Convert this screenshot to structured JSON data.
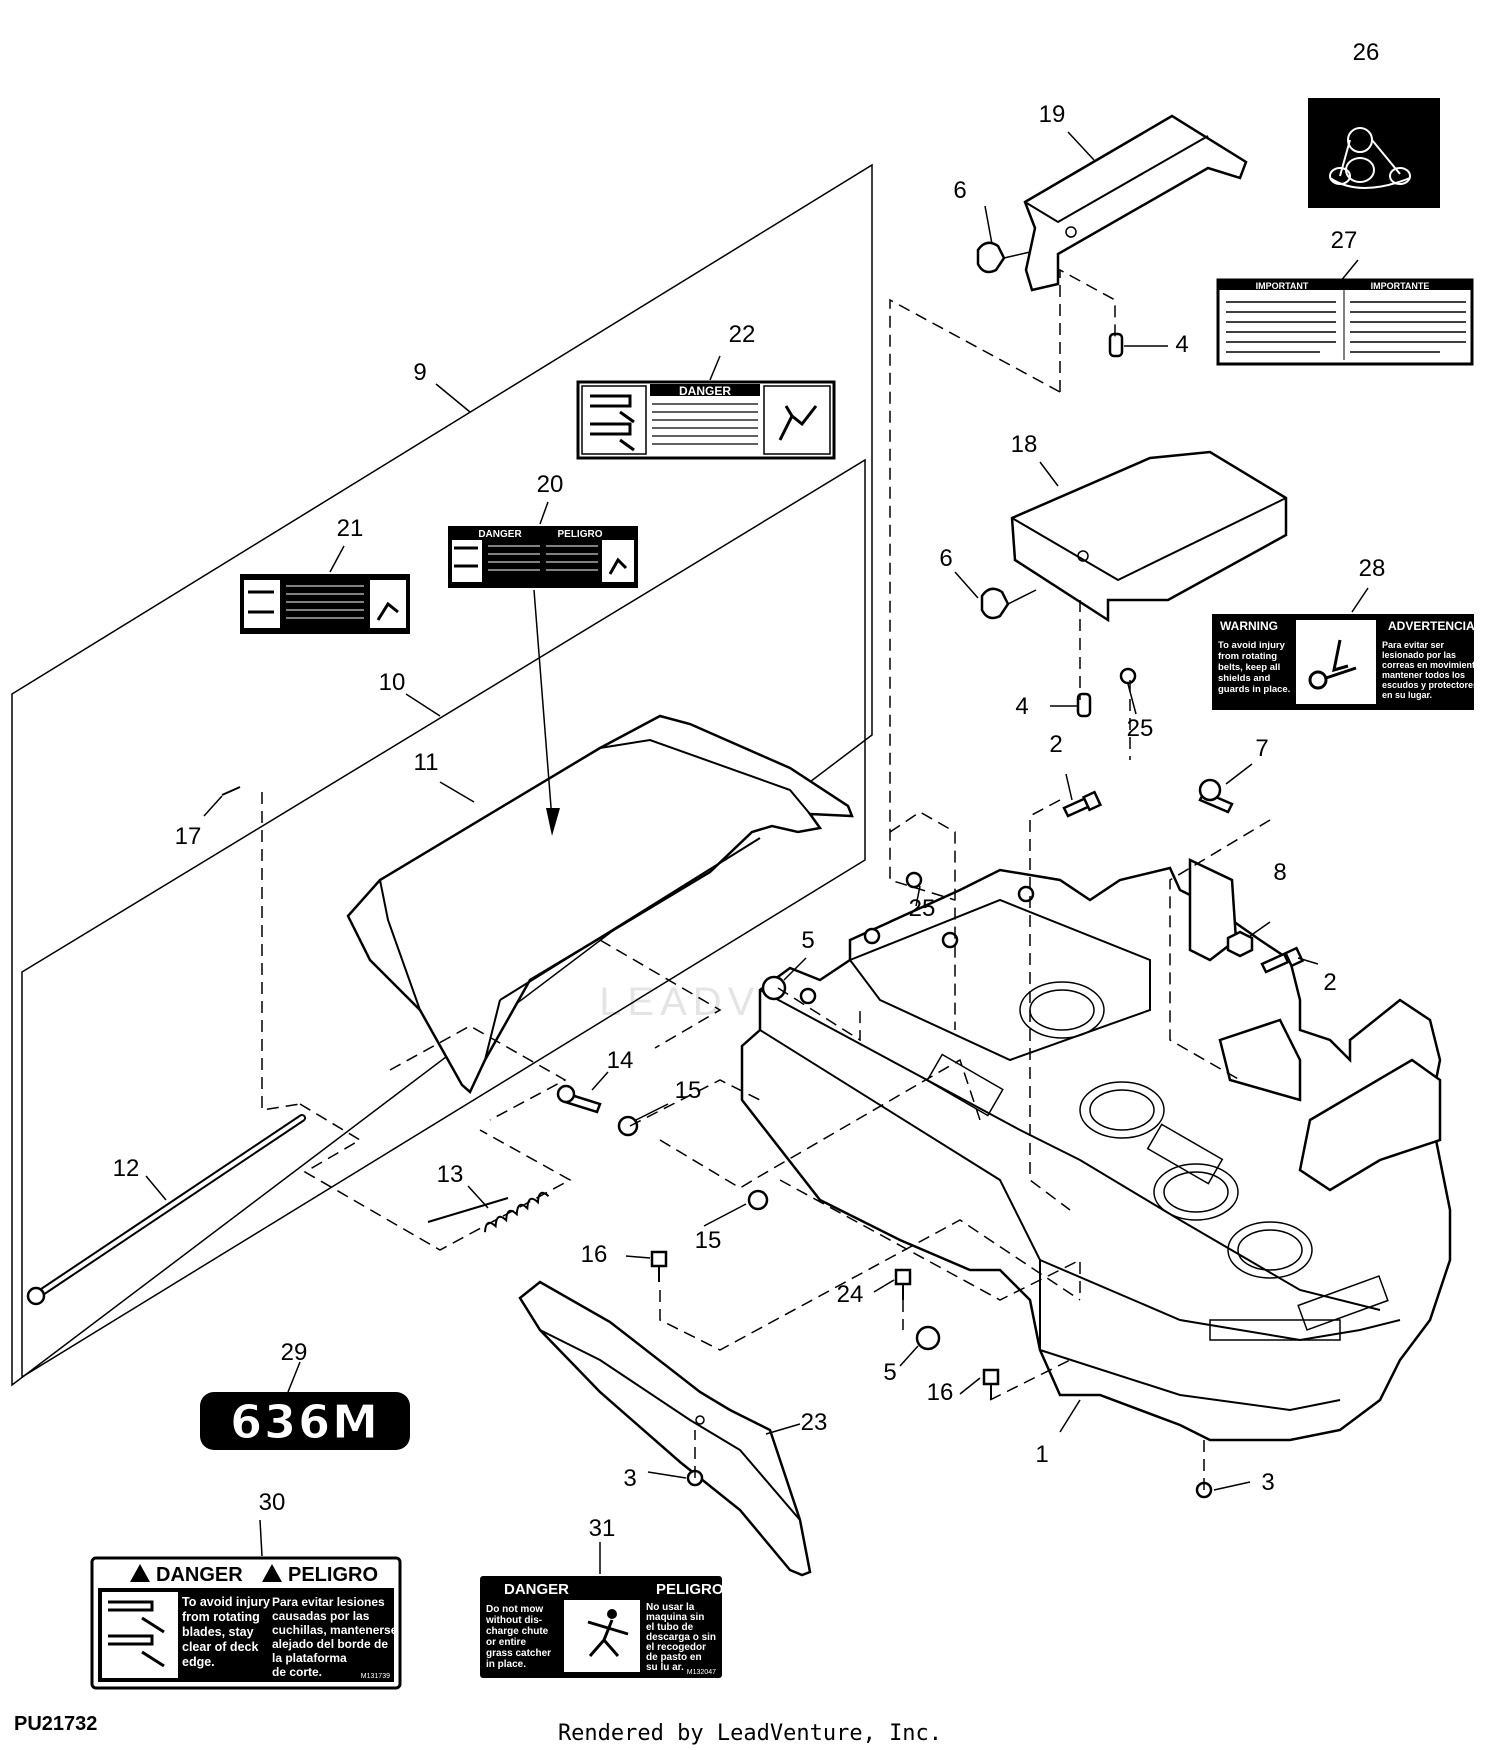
{
  "figure_id": "PU21732",
  "footer": "Rendered by LeadVenture, Inc.",
  "watermark": "LEADVENTURE",
  "model_badge": "636M",
  "callouts": [
    {
      "id": "c26",
      "text": "26"
    },
    {
      "id": "c19",
      "text": "19"
    },
    {
      "id": "c6a",
      "text": "6"
    },
    {
      "id": "c27",
      "text": "27"
    },
    {
      "id": "c4a",
      "text": "4"
    },
    {
      "id": "c9",
      "text": "9"
    },
    {
      "id": "c22",
      "text": "22"
    },
    {
      "id": "c18",
      "text": "18"
    },
    {
      "id": "c20",
      "text": "20"
    },
    {
      "id": "c21",
      "text": "21"
    },
    {
      "id": "c6b",
      "text": "6"
    },
    {
      "id": "c28",
      "text": "28"
    },
    {
      "id": "c10",
      "text": "10"
    },
    {
      "id": "c4b",
      "text": "4"
    },
    {
      "id": "c25a",
      "text": "25"
    },
    {
      "id": "c11",
      "text": "11"
    },
    {
      "id": "c2a",
      "text": "2"
    },
    {
      "id": "c7",
      "text": "7"
    },
    {
      "id": "c17",
      "text": "17"
    },
    {
      "id": "c25b",
      "text": "25"
    },
    {
      "id": "c8",
      "text": "8"
    },
    {
      "id": "c5a",
      "text": "5"
    },
    {
      "id": "c2b",
      "text": "2"
    },
    {
      "id": "c14",
      "text": "14"
    },
    {
      "id": "c15a",
      "text": "15"
    },
    {
      "id": "c12",
      "text": "12"
    },
    {
      "id": "c13",
      "text": "13"
    },
    {
      "id": "c15b",
      "text": "15"
    },
    {
      "id": "c16a",
      "text": "16"
    },
    {
      "id": "c24",
      "text": "24"
    },
    {
      "id": "c5b",
      "text": "5"
    },
    {
      "id": "c16b",
      "text": "16"
    },
    {
      "id": "c29",
      "text": "29"
    },
    {
      "id": "c23",
      "text": "23"
    },
    {
      "id": "c1",
      "text": "1"
    },
    {
      "id": "c3a",
      "text": "3"
    },
    {
      "id": "c3b",
      "text": "3"
    },
    {
      "id": "c30",
      "text": "30"
    },
    {
      "id": "c31",
      "text": "31"
    }
  ],
  "labels": {
    "l22": {
      "head": "DANGER"
    },
    "l20": {
      "head1": "DANGER",
      "head2": "PELIGRO"
    },
    "l27": {
      "head1": "IMPORTANT",
      "head2": "IMPORTANTE"
    },
    "l28": {
      "head1": "WARNING",
      "head2": "ADVERTENCIA",
      "body_en": [
        "To avoid injury",
        "from rotating",
        "belts, keep all",
        "shields and",
        "guards in place."
      ],
      "body_es": [
        "Para evitar ser",
        "lesionado por las",
        "correas en movimiento,",
        "mantener todos los",
        "escudos y protectores",
        "en su lugar."
      ]
    },
    "l30": {
      "head1": "DANGER",
      "head2": "PELIGRO",
      "body_en": [
        "To avoid injury",
        "from rotating",
        "blades, stay",
        "clear of deck",
        "edge."
      ],
      "body_es": [
        "Para evitar lesiones",
        "causadas por las",
        "cuchillas, mantenerse",
        "alejado del borde de",
        "la plataforma",
        "de corte."
      ],
      "code": "M131739"
    },
    "l31": {
      "head1": "DANGER",
      "head2": "PELIGRO",
      "body_en": [
        "Do not mow",
        "without dis-",
        "charge chute",
        "or entire",
        "grass catcher",
        "in place."
      ],
      "body_es": [
        "No usar la",
        "maquina sin",
        "el tubo de",
        "descarga o sin",
        "el recogedor",
        "de pasto en",
        "su lu ar."
      ],
      "code": "M132047"
    }
  }
}
